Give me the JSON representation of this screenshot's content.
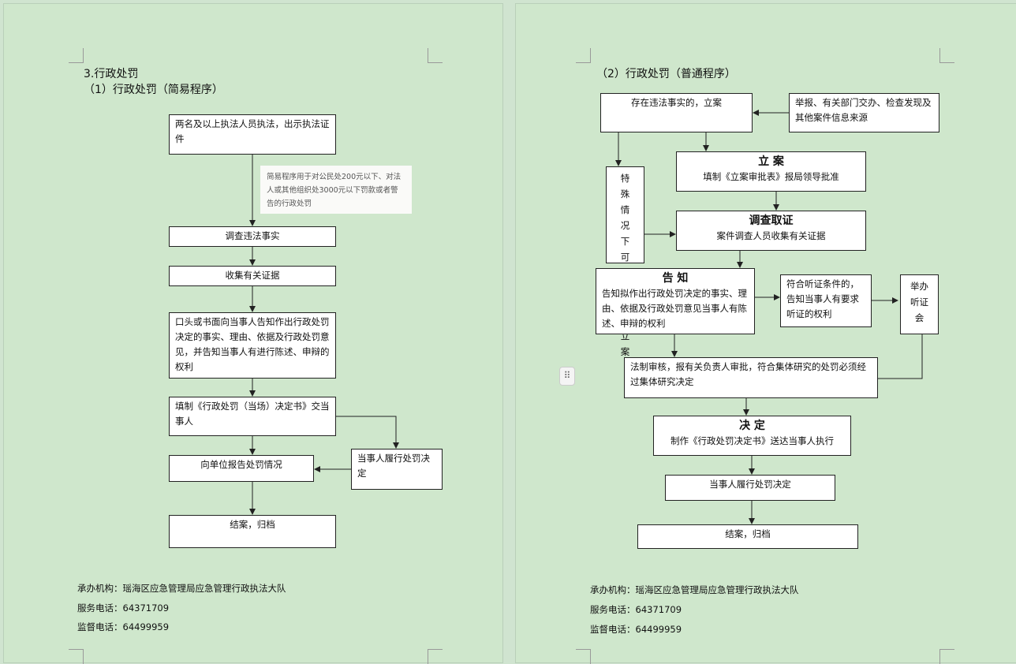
{
  "left": {
    "section_title": "3.行政处罚",
    "sub_title": "（1）行政处罚（简易程序）",
    "boxes": {
      "officers": "两名及以上执法人员执法，出示执法证件",
      "investigate": "调查违法事实",
      "collect": "收集有关证据",
      "notify": "口头或书面向当事人告知作出行政处罚决定的事实、理由、依据及行政处罚意见，并告知当事人有进行陈述、申辩的权利",
      "fill": "填制《行政处罚（当场）决定书》交当事人",
      "report": "向单位报告处罚情况",
      "perform": "当事人履行处罚决定",
      "close": "结案，归档"
    },
    "note": "简易程序用于对公民处200元以下、对法人或其他组织处3000元以下罚款或者警告的行政处罚",
    "footer": {
      "agency": "承办机构：瑶海区应急管理局应急管理行政执法大队",
      "service_phone": "服务电话：64371709",
      "supervise_phone": "监督电话：64499959"
    }
  },
  "right": {
    "sub_title": "（2）行政处罚（普通程序）",
    "boxes": {
      "exists": "存在违法事实的，立案",
      "sources": "举报、有关部门交办、检查发现及其他案件信息来源",
      "special": "特殊情况下可先调查补立案",
      "file_head": "立 案",
      "file_body": "填制《立案审批表》报局领导批准",
      "inv_head": "调查取证",
      "inv_body": "案件调查人员收集有关证据",
      "notice_head": "告 知",
      "notice_body": "告知拟作出行政处罚决定的事实、理由、依据及行政处罚意见当事人有陈述、申辩的权利",
      "hearing_cond": "符合听证条件的，告知当事人有要求听证的权利",
      "hearing": "举办听证会",
      "review": "法制审核，报有关负责人审批，符合集体研究的处罚必须经过集体研究决定",
      "decide_head": "决 定",
      "decide_body": "制作《行政处罚决定书》送达当事人执行",
      "perform": "当事人履行处罚决定",
      "close": "结案，归档"
    },
    "footer": {
      "agency": "承办机构：瑶海区应急管理局应急管理行政执法大队",
      "service_phone": "服务电话：64371709",
      "supervise_phone": "监督电话：64499959"
    }
  }
}
